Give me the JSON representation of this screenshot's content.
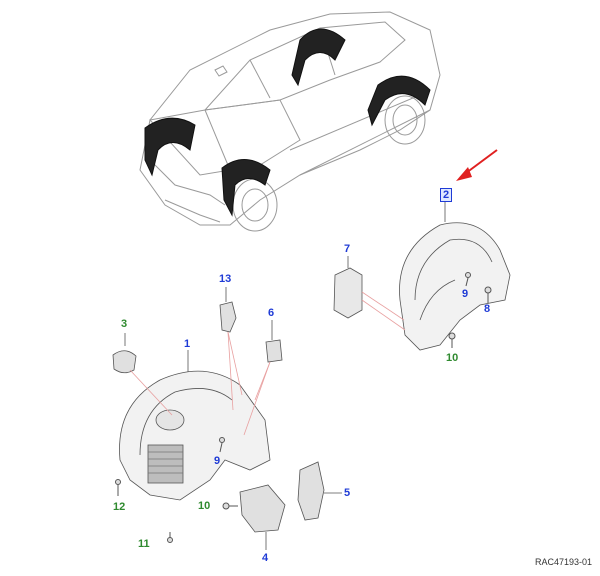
{
  "diagram": {
    "reference": "RAC47193-01",
    "callouts": [
      {
        "id": "c1",
        "text": "1",
        "color": "blue"
      },
      {
        "id": "c2",
        "text": "2",
        "color": "blue",
        "highlighted": true
      },
      {
        "id": "c3",
        "text": "3",
        "color": "green"
      },
      {
        "id": "c4",
        "text": "4",
        "color": "blue"
      },
      {
        "id": "c5",
        "text": "5",
        "color": "blue"
      },
      {
        "id": "c6",
        "text": "6",
        "color": "blue"
      },
      {
        "id": "c7",
        "text": "7",
        "color": "blue"
      },
      {
        "id": "c8",
        "text": "8",
        "color": "blue"
      },
      {
        "id": "c9a",
        "text": "9",
        "color": "blue"
      },
      {
        "id": "c9b",
        "text": "9",
        "color": "blue"
      },
      {
        "id": "c10a",
        "text": "10",
        "color": "green"
      },
      {
        "id": "c10b",
        "text": "10",
        "color": "green"
      },
      {
        "id": "c11",
        "text": "11",
        "color": "green"
      },
      {
        "id": "c12",
        "text": "12",
        "color": "green"
      },
      {
        "id": "c13",
        "text": "13",
        "color": "blue"
      }
    ],
    "colors": {
      "callout_blue": "#1f3bd6",
      "callout_green": "#2f8a2f",
      "arrow": "#e02020",
      "leader": "#e8a0a0"
    }
  }
}
